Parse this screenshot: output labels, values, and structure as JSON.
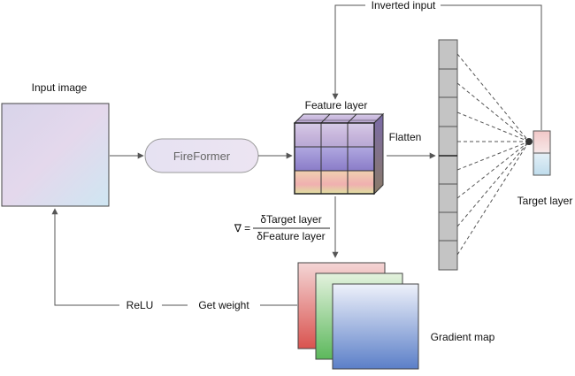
{
  "labels": {
    "input_image": "Input image",
    "fireformer": "FireFormer",
    "feature_layer": "Feature layer",
    "flatten": "Flatten",
    "target_layer": "Target layer",
    "inverted_input": "Inverted input",
    "gradient_symbol": "∇ =",
    "gradient_numerator": "δTarget layer",
    "gradient_denominator": "δFeature layer",
    "relu": "ReLU",
    "get_weight": "Get weight",
    "gradient_map": "Gradient map"
  },
  "colors": {
    "arrow": "#555555",
    "block_fill": "#c0c0c0",
    "block_stroke": "#555555",
    "pill_fill": "#ece8f4",
    "pill_stroke": "#999999",
    "map_red": "#d9534f",
    "map_green": "#5cb85c",
    "map_blue": "#5b7fc8"
  },
  "icons": {
    "flatten_vector": "stacked-cells",
    "feature_cube": "3x3-cube"
  }
}
